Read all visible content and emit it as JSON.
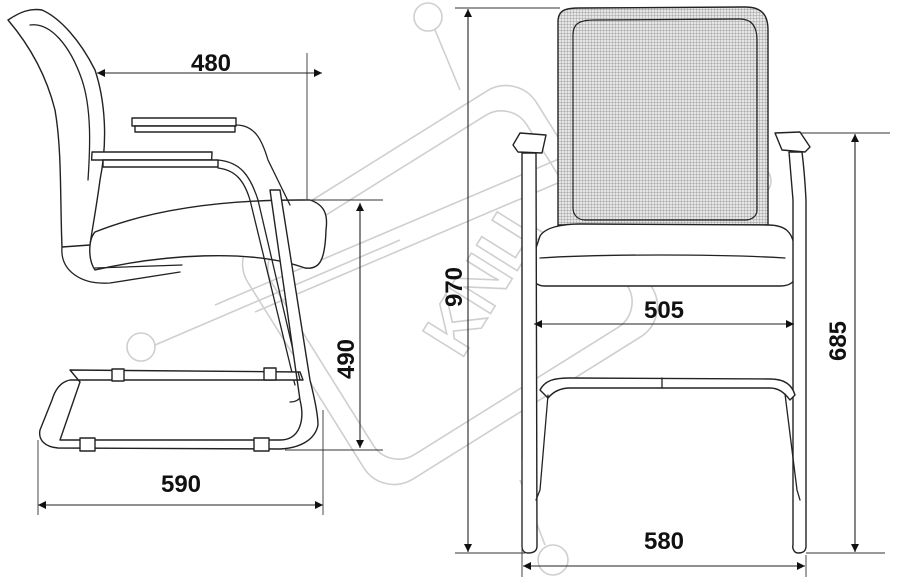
{
  "title": "Chair dimensional drawing",
  "side_view": {
    "depth_seat_label": "480",
    "seat_height_label": "490",
    "total_depth_label": "590"
  },
  "front_view": {
    "total_height_label": "970",
    "seat_width_label": "505",
    "armrest_height_label": "685",
    "total_width_label": "580"
  },
  "watermark": {
    "text": "KNЦ"
  },
  "colors": {
    "line": "#222222",
    "mesh": "#9a9a9a",
    "watermark": "#cfcfcf"
  }
}
